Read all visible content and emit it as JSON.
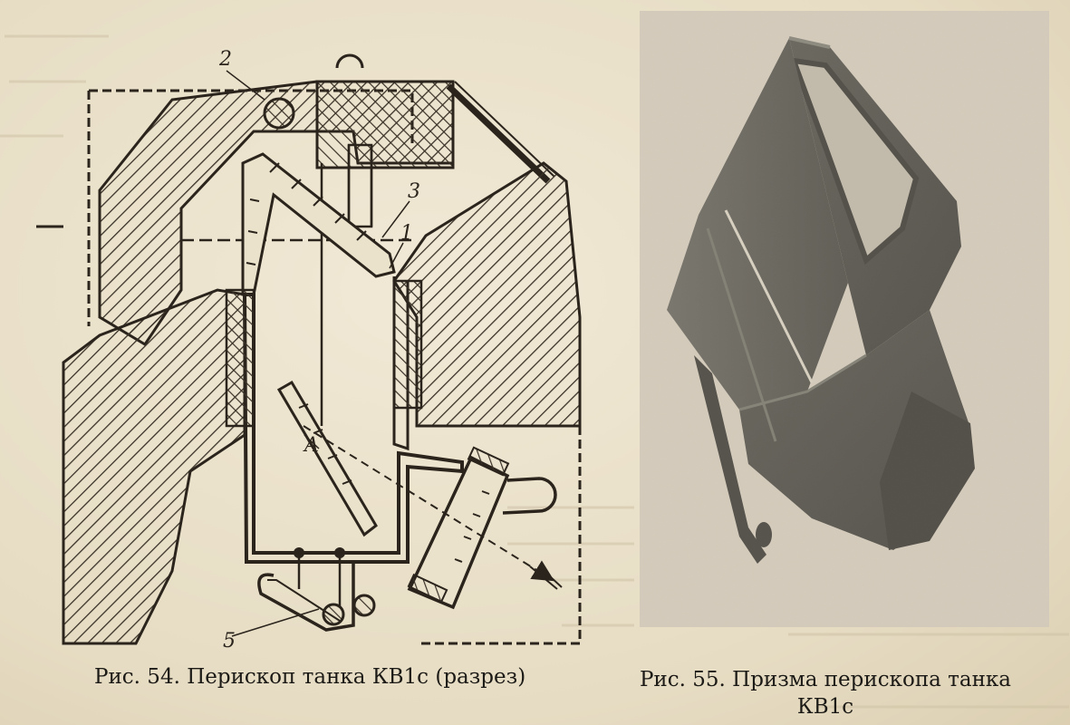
{
  "figure54": {
    "caption": "Рис. 54. Перископ танка КВ1с (разрез)",
    "labels": {
      "part1": "1",
      "part2": "2",
      "part3": "3",
      "part5": "5",
      "point_a": "A"
    },
    "style": {
      "ink": "#2a241c",
      "hatch": "#3a3227"
    }
  },
  "figure55": {
    "caption_line1": "Рис. 55. Призма перископа танка",
    "caption_line2": "КВ1с",
    "style": {
      "photo_bg": "#d4cbbb",
      "prism_dark": "#3b3a35",
      "prism_mid": "#56554e"
    }
  }
}
